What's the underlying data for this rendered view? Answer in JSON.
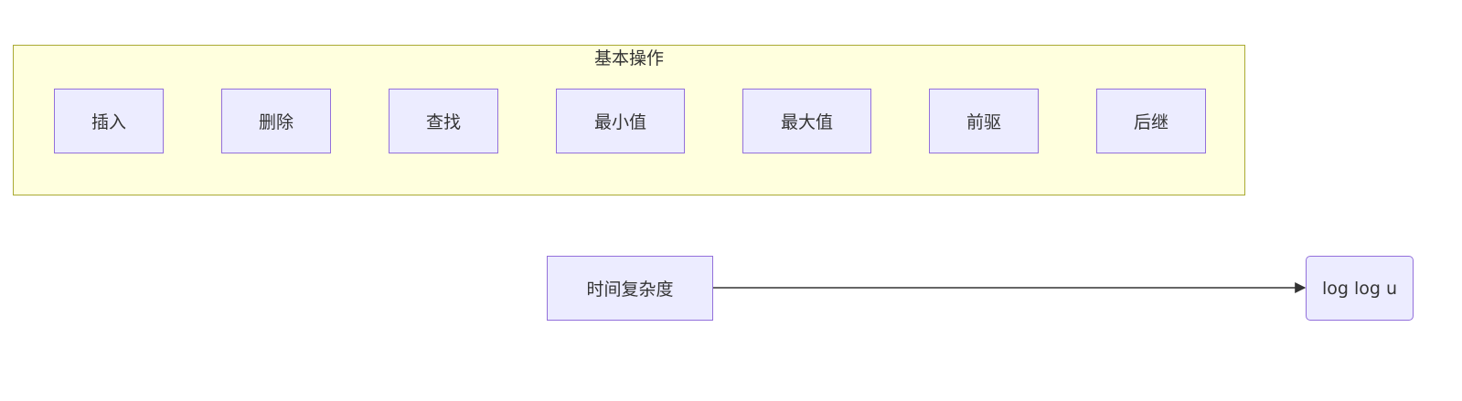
{
  "cluster": {
    "title": "基本操作",
    "operations": [
      {
        "label": "插入"
      },
      {
        "label": "删除"
      },
      {
        "label": "查找"
      },
      {
        "label": "最小值"
      },
      {
        "label": "最大值"
      },
      {
        "label": "前驱"
      },
      {
        "label": "后继"
      }
    ]
  },
  "complexity": {
    "label": "时间复杂度",
    "value": "log log u"
  },
  "colors": {
    "cluster_fill": "#ffffde",
    "cluster_border": "#aaaa33",
    "node_fill": "#ececff",
    "node_border": "#9370db",
    "edge": "#333333"
  }
}
